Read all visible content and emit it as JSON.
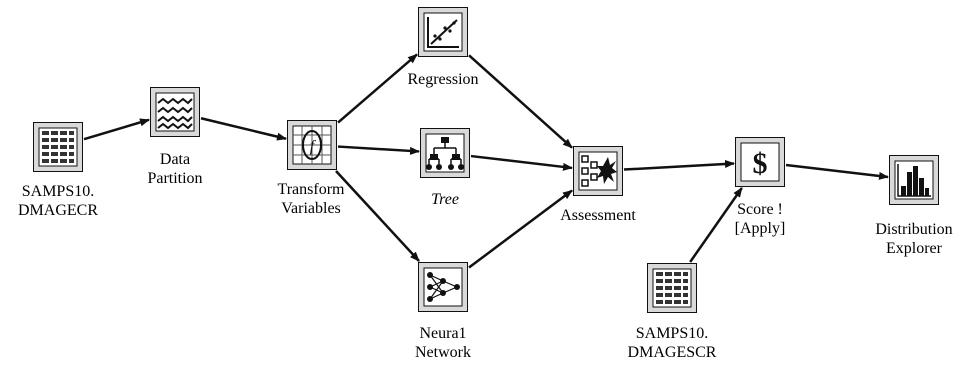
{
  "nodes": {
    "samps_train": {
      "line1": "SAMPS10.",
      "line2": "DMAGECR"
    },
    "partition": {
      "line1": "Data",
      "line2": "Partition"
    },
    "transform": {
      "line1": "Transform",
      "line2": "Variables"
    },
    "regression": {
      "line1": "Regression"
    },
    "tree": {
      "line1": "Tree"
    },
    "neural": {
      "line1": "Neura1",
      "line2": "Network"
    },
    "assessment": {
      "line1": "Assessment"
    },
    "score": {
      "line1": "Score !",
      "line2": "[Apply]",
      "symbol": "$"
    },
    "samps_score": {
      "line1": "SAMPS10.",
      "line2": "DMAGESCR"
    },
    "distribution": {
      "line1": "Distribution",
      "line2": "Explorer"
    }
  },
  "edges": [
    [
      "samps_train",
      "partition"
    ],
    [
      "partition",
      "transform"
    ],
    [
      "transform",
      "regression"
    ],
    [
      "transform",
      "tree"
    ],
    [
      "transform",
      "neural"
    ],
    [
      "regression",
      "assessment"
    ],
    [
      "tree",
      "assessment"
    ],
    [
      "neural",
      "assessment"
    ],
    [
      "assessment",
      "score"
    ],
    [
      "samps_score",
      "score"
    ],
    [
      "score",
      "distribution"
    ]
  ],
  "colors": {
    "line": "#111111",
    "icon_bg": "#d9d9d9"
  }
}
